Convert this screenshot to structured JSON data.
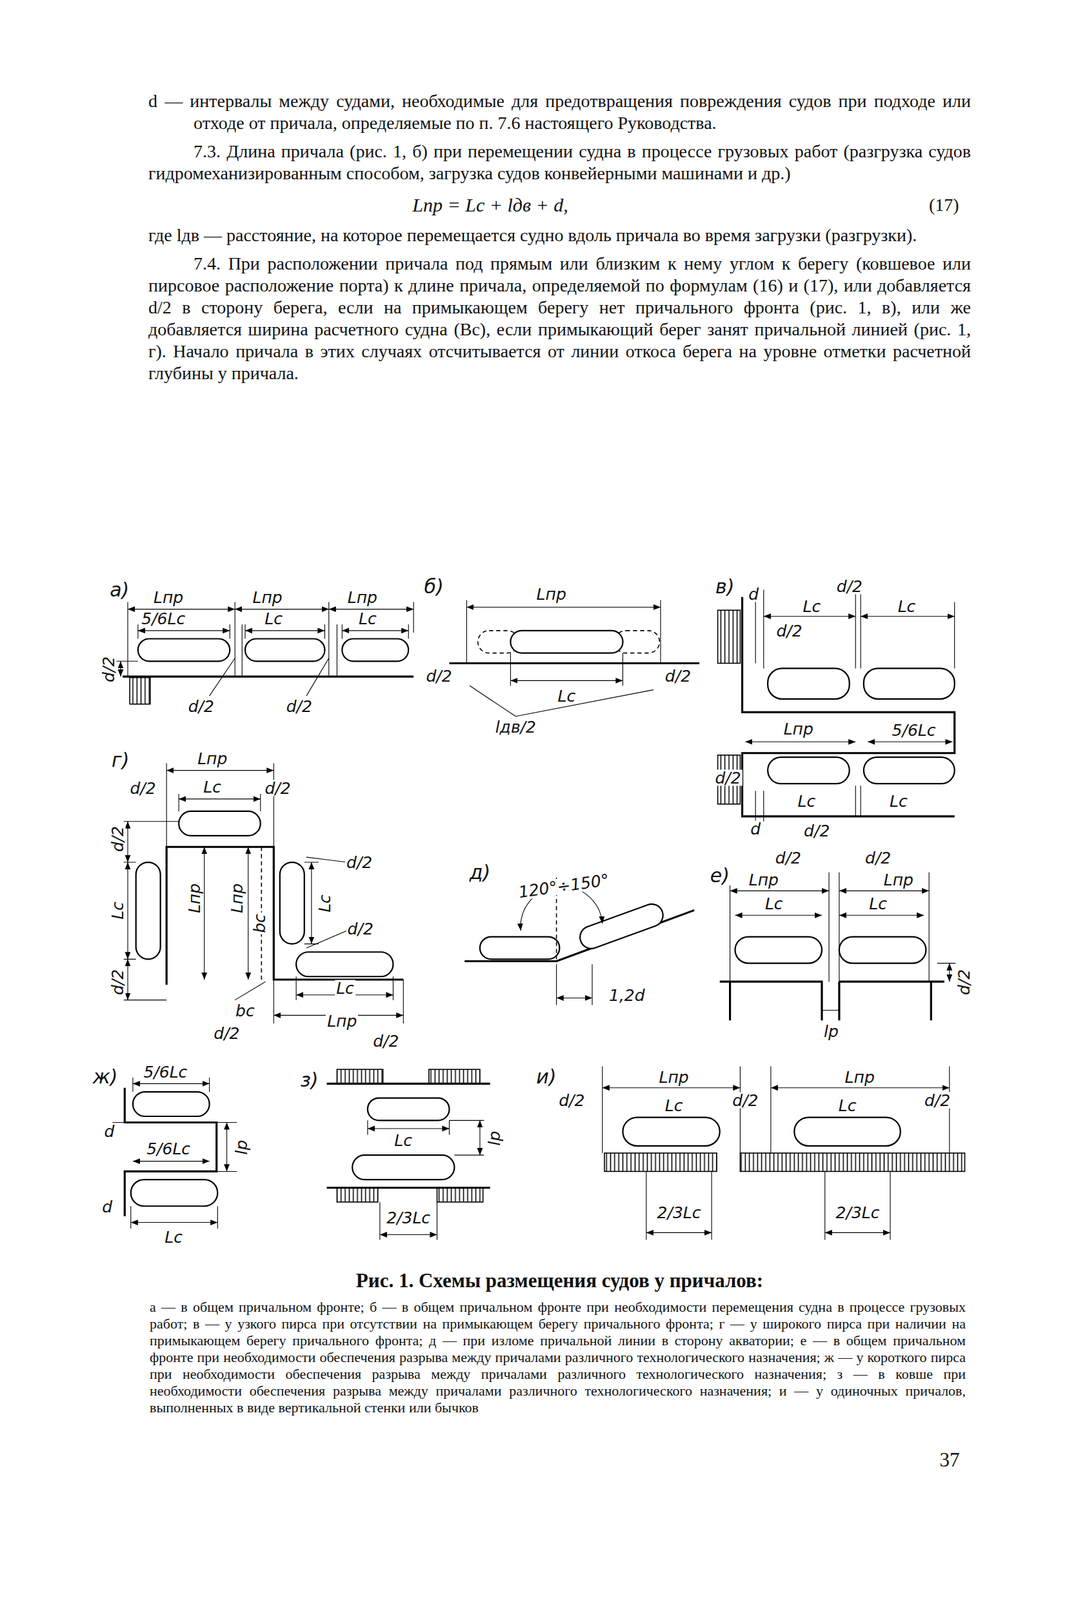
{
  "diagram": {
    "caption": "Рис. 1. Схемы размещения судов у причалов:",
    "labels": [
      "d — интервалы между судами, необходимые для предотвращения повреждения судов при подходе или отходе от причала, определяемые по п. 7.6 настоящего Руководства.",
      "7.3. Длина причала (рис. 1, б) при перемещении судна в процессе грузовых работ (разгрузка судов гидромеханизированным способом, загрузка судов конвейерными машинами и др.)",
      "Lпр = Lс + lдв + d,",
      "(17)",
      "где lдв — расстояние, на которое перемещается судно вдоль причала во время загрузки (разгрузки).",
      "7.4. При расположении причала под прямым или близким к нему углом к берегу (ковшевое или пирсовое расположение порта) к длине причала, определяемой по формулам (16) и (17), или добавляется d/2 в сторону берега, если на примыкающем берегу нет причального фронта (рис. 1, в), или же добавляется ширина расчетного судна (Bс), если примыкающий берег занят причальной линией (рис. 1, г). Начало причала в этих случаях отсчитывается от линии откоса берега на уровне отметки расчетной глубины у причала.",
      "а)",
      "Lпр",
      "Lпр",
      "Lпр",
      "5/6Lc",
      "Lc",
      "Lc",
      "d/2",
      "d/2",
      "d/2",
      "б)",
      "Lпр",
      "Lc",
      "d/2",
      "d/2",
      "lдв/2",
      "в)",
      "d",
      "d/2",
      "Lc",
      "Lc",
      "d/2",
      "Lпр",
      "5/6Lc",
      "Lc",
      "Lc",
      "d/2",
      "d",
      "d/2",
      "г)",
      "Lпр",
      "d/2",
      "Lc",
      "d/2",
      "d/2",
      "Lc",
      "d/2",
      "Lпр",
      "Lпр",
      "bc",
      "Lc",
      "d/2",
      "d/2",
      "Lc",
      "bc",
      "d/2",
      "Lпр",
      "d/2",
      "д)",
      "120°÷150°",
      "1,2d",
      "е)",
      "d/2",
      "d/2",
      "Lпр",
      "Lпр",
      "Lc",
      "Lc",
      "d/2",
      "lр",
      "ж)",
      "5/6Lc",
      "d",
      "5/6Lc",
      "lр",
      "d",
      "Lc",
      "з)",
      "Lc",
      "lр",
      "2/3Lc",
      "и)",
      "d/2",
      "Lпр",
      "d/2",
      "Lпр",
      "d/2",
      "Lc",
      "Lc",
      "2/3Lc",
      "2/3Lc",
      "а — в общем причальном фронте; б — в общем причальном фронте при необходимости перемещения судна в процессе грузовых работ; в — у узкого пирса при отсутствии на примыкающем берегу причального фронта; г — у широкого пирса при наличии на примыкающем берегу причального фронта; д — при изломе причальной линии в сторону акватории; е — в общем причальном фронте при необходимости обеспечения разрыва между причалами различного технологического назначения; ж — у короткого пирса при необходимости обеспечения разрыва между причалами различного технологического назначения; з — в ковше при необходимости обеспечения разрыва между причалами различного технологического назначения; и — у одиночных причалов, выполненных в виде вертикальной стенки или бычков",
      "37"
    ]
  }
}
